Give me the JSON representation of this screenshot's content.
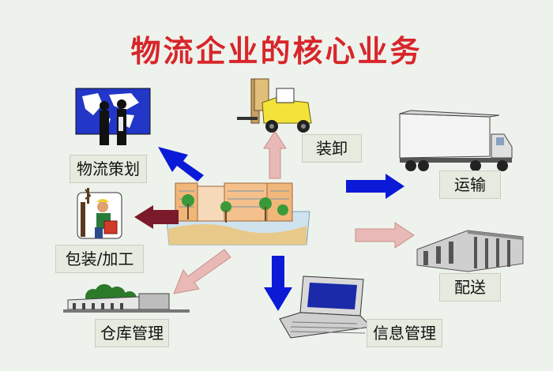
{
  "title": "物流企业的核心业务",
  "nodes": [
    {
      "id": "planning",
      "label": "物流策划"
    },
    {
      "id": "loading",
      "label": "装卸"
    },
    {
      "id": "transport",
      "label": "运输"
    },
    {
      "id": "packaging",
      "label": "包装/加工"
    },
    {
      "id": "delivery",
      "label": "配送"
    },
    {
      "id": "warehouse",
      "label": "仓库管理"
    },
    {
      "id": "information",
      "label": "信息管理"
    }
  ],
  "icons": {
    "center": "office-buildings-icon",
    "planning": "world-map-meeting-icon",
    "loading": "forklift-icon",
    "transport": "truck-icon",
    "packaging": "worker-icon",
    "delivery": "distribution-center-icon",
    "warehouse": "warehouse-icon",
    "information": "laptop-icon"
  },
  "colors": {
    "title": "#d7262b",
    "arrow_blue": "#0a1ad6",
    "arrow_pink": "#e8b9b6",
    "arrow_maroon": "#7a1a2a",
    "label_bg": "#e6ebdf"
  }
}
